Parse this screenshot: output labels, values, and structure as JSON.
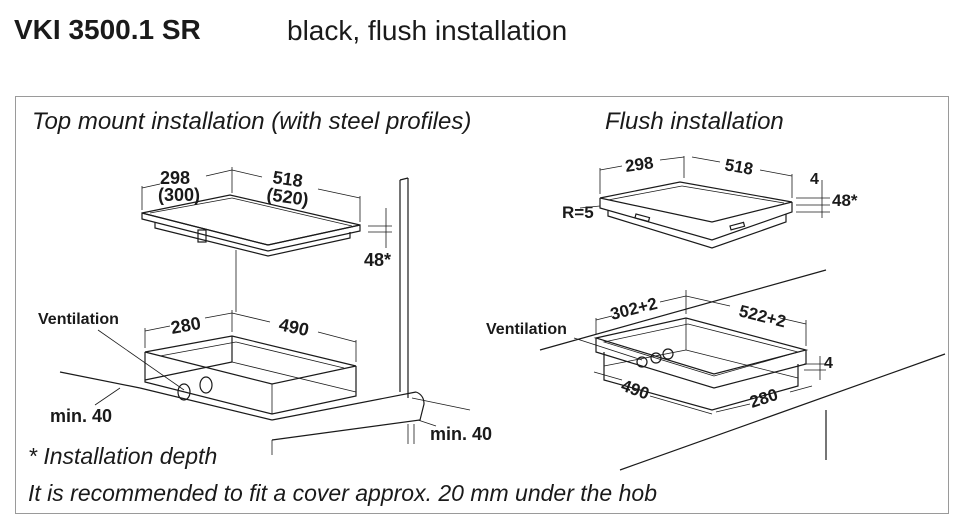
{
  "header": {
    "model": "VKI 3500.1 SR",
    "description": "black, flush installation"
  },
  "sections": {
    "top_mount": "Top mount installation (with steel profiles)",
    "flush": "Flush installation"
  },
  "top_mount_dims": {
    "width_a": "298",
    "width_a_alt": "(300)",
    "width_b": "518",
    "width_b_alt": "(520)",
    "depth": "48*",
    "ventilation": "Ventilation",
    "cut_a": "280",
    "cut_b": "490",
    "min_left": "min. 40",
    "min_right": "min. 40"
  },
  "flush_dims": {
    "width_a": "298",
    "width_b": "518",
    "radius": "R=5",
    "edge": "4",
    "depth": "48*",
    "ventilation": "Ventilation",
    "cut_outer_a": "302+2",
    "cut_outer_b": "522+2",
    "cut_inner_a": "490",
    "cut_inner_b": "280",
    "recess": "4"
  },
  "notes": {
    "depth_note": "* Installation depth",
    "cover_note": "It is recommended to fit a cover approx. 20 mm under the hob"
  }
}
